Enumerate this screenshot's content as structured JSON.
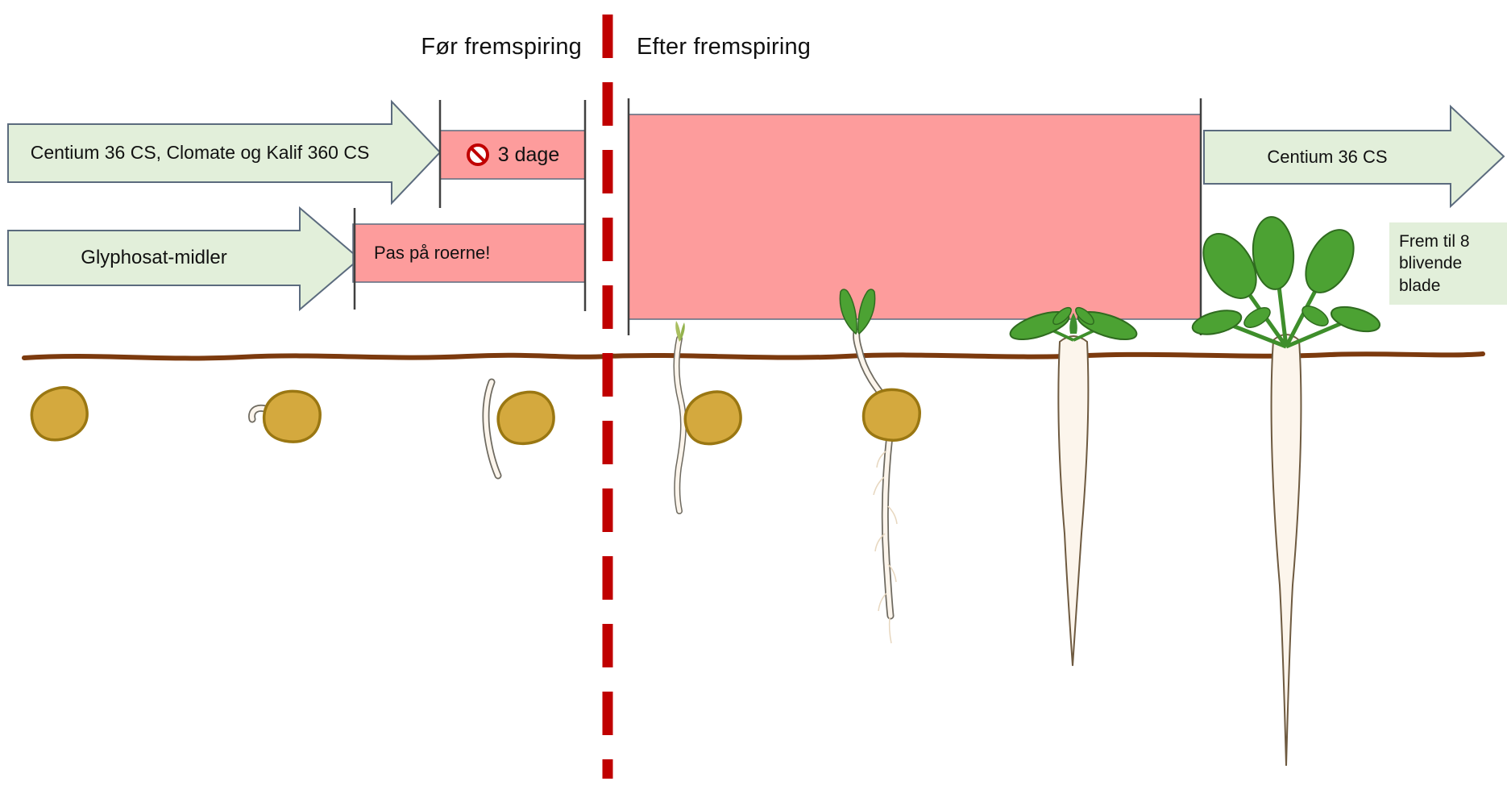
{
  "phases": {
    "before": {
      "label": "Før fremspiring"
    },
    "after": {
      "label": "Efter fremspiring"
    }
  },
  "treatments": {
    "pre_arrow_label": "Centium 36 CS, Clomate og Kalif 360 CS",
    "glyphosat_arrow_label": "Glyphosat-midler",
    "post_arrow_label": "Centium 36 CS",
    "wait_badge": "3 dage",
    "beet_warning": "Pas på roerne!",
    "note": "Frem til 8 blivende blade"
  },
  "icons": {
    "prohibition_icon": "no-entry-sign (red circle with slash)"
  },
  "colors": {
    "arrow_fill": "#E2EFDA",
    "arrow_border": "#5B6B7E",
    "warning_fill": "#FD9C9C",
    "divider_red": "#C00000",
    "soil_brown": "#7C3A0E",
    "seed_fill": "#D4A93E",
    "seed_border": "#9A7712",
    "leaf_green": "#4CA233",
    "root_fill": "#FCF5EC",
    "note_fill": "#E2EFDA"
  }
}
